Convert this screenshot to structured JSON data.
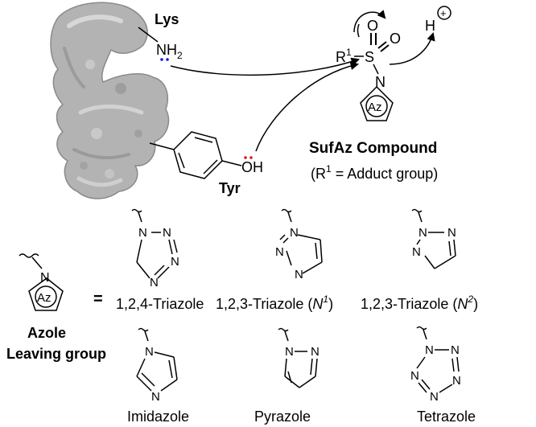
{
  "scheme": {
    "lys_label": "Lys",
    "lys_group": "NH",
    "lys_group_sub": "2",
    "tyr_label": "Tyr",
    "tyr_group": "OH",
    "proton": "H",
    "proton_charge": "+",
    "sulfur": "S",
    "oxygen_1": "O",
    "oxygen_2": "O",
    "r_group": "R",
    "r_group_sup": "1",
    "ring_n": "N",
    "ring_label": "Az",
    "compound_title": "SufAz Compound",
    "compound_note_open": "(R",
    "compound_note_sup": "1",
    "compound_note_rest": " = Adduct group)",
    "colors": {
      "lys": "#1515e0",
      "tyr": "#e01515",
      "protein": "#a9a9a9"
    }
  },
  "legend": {
    "ring_n": "N",
    "ring_label": "Az",
    "equals": "=",
    "title_line1": "Azole",
    "title_line2": "Leaving group"
  },
  "azoles": [
    {
      "name": "1,2,4-Triazole",
      "atoms": [
        "N",
        "N",
        "N"
      ]
    },
    {
      "name_prefix": "1,2,3-Triazole (",
      "name_italic": "N",
      "name_sup": "1",
      "name_suffix": ")",
      "atoms": [
        "N",
        "N",
        "N"
      ]
    },
    {
      "name_prefix": "1,2,3-Triazole (",
      "name_italic": "N",
      "name_sup": "2",
      "name_suffix": ")",
      "atoms": [
        "N",
        "N",
        "N"
      ]
    },
    {
      "name": "Imidazole",
      "atoms": [
        "N",
        "N"
      ]
    },
    {
      "name": "Pyrazole",
      "atoms": [
        "N",
        "N"
      ]
    },
    {
      "name": "Tetrazole",
      "atoms": [
        "N",
        "N",
        "N",
        "N"
      ]
    }
  ]
}
